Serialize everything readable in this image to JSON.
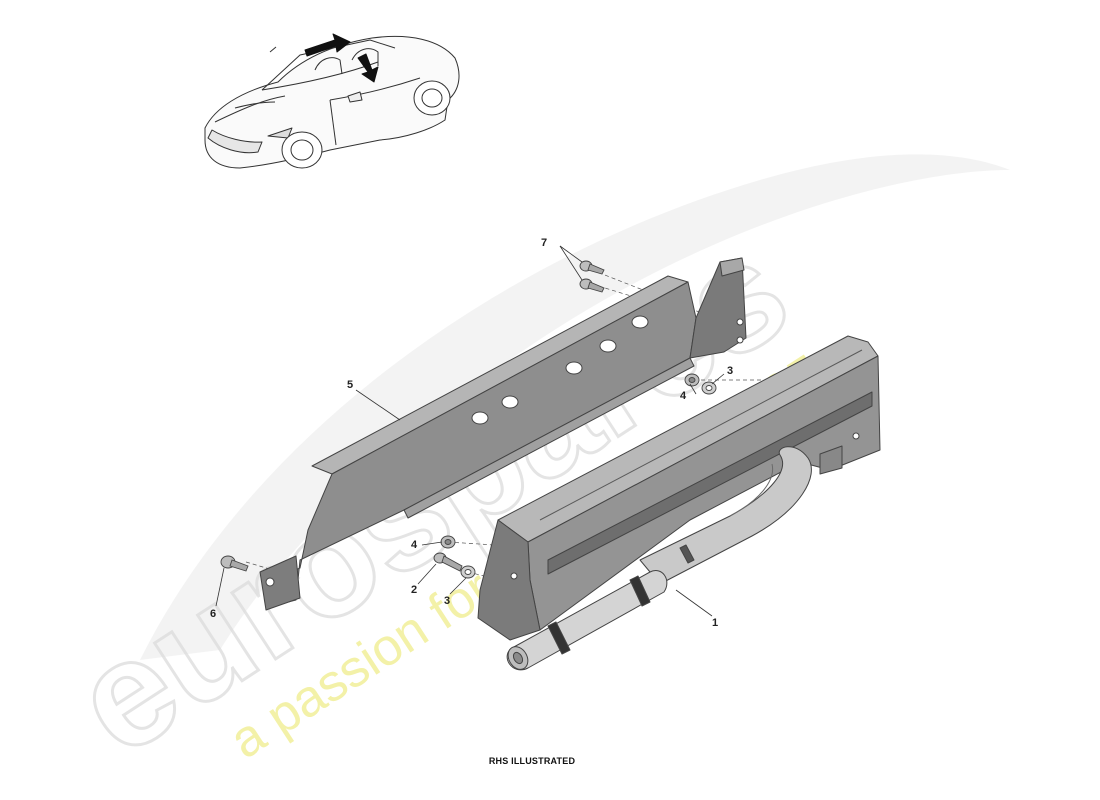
{
  "watermark": {
    "brand": "eurospares",
    "tagline": "a passion for parts since 1985"
  },
  "caption": "RHS ILLUSTRATED",
  "callouts": [
    {
      "id": "7",
      "label": "7"
    },
    {
      "id": "5",
      "label": "5"
    },
    {
      "id": "4-upper",
      "label": "4"
    },
    {
      "id": "3-upper",
      "label": "3"
    },
    {
      "id": "4-lower",
      "label": "4"
    },
    {
      "id": "2",
      "label": "2"
    },
    {
      "id": "3-lower",
      "label": "3"
    },
    {
      "id": "6",
      "label": "6"
    },
    {
      "id": "1",
      "label": "1"
    }
  ],
  "colors": {
    "part_fill": "#8e8e8e",
    "part_dark": "#6f6f6f",
    "part_light": "#b5b5b5",
    "watermark_gray": "#dcdcdc",
    "watermark_yellow": "#f1ef9a"
  },
  "icons": {
    "car": "car-overview-icon",
    "arrow": "location-arrow-icon"
  }
}
